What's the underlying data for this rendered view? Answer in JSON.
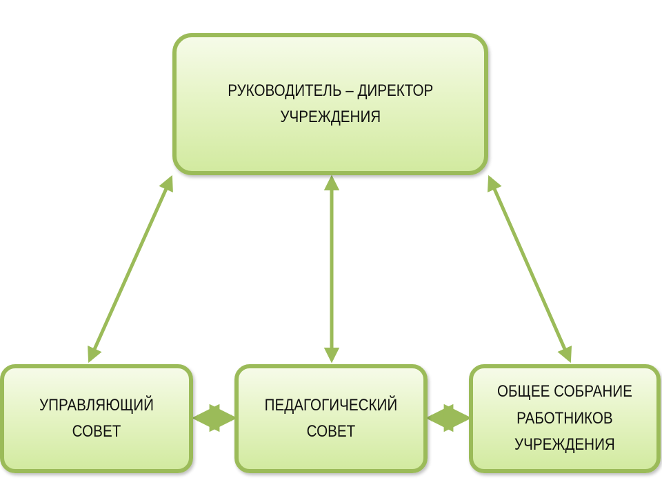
{
  "diagram": {
    "accent_color": "#9bbb59",
    "nodes": {
      "director": "РУКОВОДИТЕЛЬ – ДИРЕКТОР\nУЧРЕЖДЕНИЯ",
      "council": "УПРАВЛЯЮЩИЙ СОВЕТ",
      "pedagogical": "ПЕДАГОГИЧЕСКИЙ\nСОВЕТ",
      "assembly": "ОБЩЕЕ СОБРАНИЕ\nРАБОТНИКОВ\nУЧРЕЖДЕНИЯ"
    },
    "connections": [
      {
        "from": "director",
        "to": "council",
        "type": "bidirectional"
      },
      {
        "from": "director",
        "to": "pedagogical",
        "type": "bidirectional"
      },
      {
        "from": "director",
        "to": "assembly",
        "type": "bidirectional"
      },
      {
        "from": "council",
        "to": "pedagogical",
        "type": "bidirectional"
      },
      {
        "from": "pedagogical",
        "to": "assembly",
        "type": "bidirectional"
      }
    ]
  }
}
